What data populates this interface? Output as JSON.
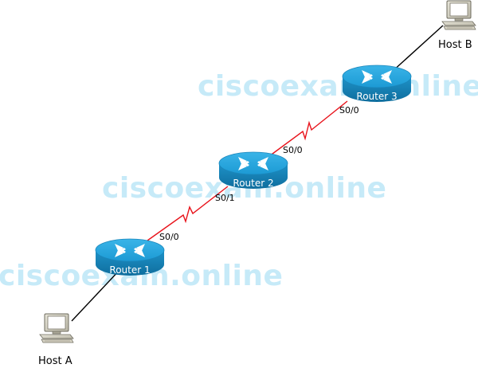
{
  "watermark": "ciscoexam.online",
  "devices": {
    "router1": "Router 1",
    "router2": "Router 2",
    "router3": "Router 3",
    "hostA": "Host A",
    "hostB": "Host B"
  },
  "interfaces": {
    "r1_s00": "S0/0",
    "r2_s01": "S0/1",
    "r2_s00": "S0/0",
    "r3_s00": "S0/0"
  },
  "colors": {
    "serial_link": "#e8131b",
    "ethernet_link": "#000000",
    "router_body": "#1f9ed8",
    "watermark": "#c6eaf8"
  }
}
